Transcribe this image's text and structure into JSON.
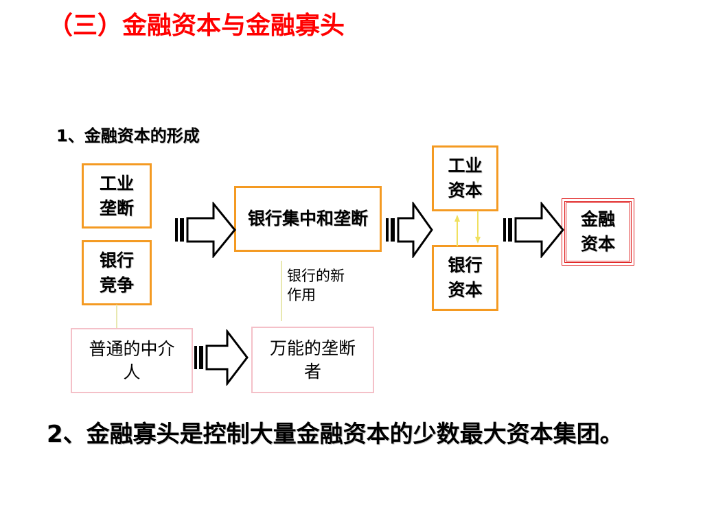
{
  "slide": {
    "title": "（三）金融资本与金融寡头",
    "section1_heading": "1、金融资本的形成",
    "boxes": {
      "industrial_monopoly": "工业垄断",
      "bank_competition": "银行竞争",
      "bank_concentration": "银行集中和垄断",
      "industrial_capital": "工业资本",
      "bank_capital": "银行资本",
      "finance_capital": "金融资本",
      "ordinary_intermediary": "普通的中介人",
      "almighty_monopolist": "万能的垄断者"
    },
    "bank_role_note": "银行的新作用",
    "point2": "2、金融寡头是控制大量金融资本的少数最大资本集团。"
  }
}
